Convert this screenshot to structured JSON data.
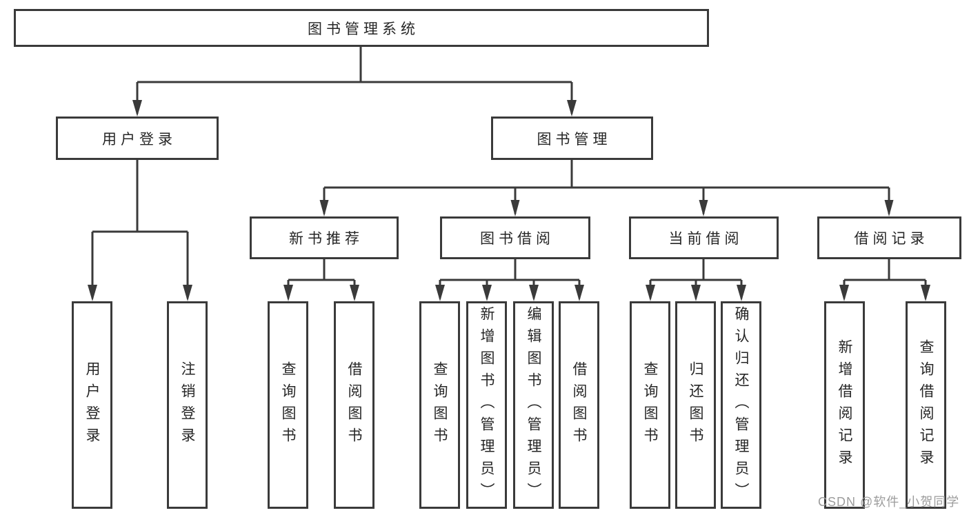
{
  "diagram": {
    "type": "hierarchy-tree",
    "orientation": "top-down"
  },
  "tree": {
    "label": "图书管理系统",
    "children": [
      {
        "label": "用户登录",
        "children": [
          {
            "label": "用户登录"
          },
          {
            "label": "注销登录"
          }
        ]
      },
      {
        "label": "图书管理",
        "children": [
          {
            "label": "新书推荐",
            "children": [
              {
                "label": "查询图书"
              },
              {
                "label": "借阅图书"
              }
            ]
          },
          {
            "label": "图书借阅",
            "children": [
              {
                "label": "查询图书"
              },
              {
                "label": "新增图书（管理员）"
              },
              {
                "label": "编辑图书（管理员）"
              },
              {
                "label": "借阅图书"
              }
            ]
          },
          {
            "label": "当前借阅",
            "children": [
              {
                "label": "查询图书"
              },
              {
                "label": "归还图书"
              },
              {
                "label": "确认归还（管理员）"
              }
            ]
          },
          {
            "label": "借阅记录",
            "children": [
              {
                "label": "新增借阅记录"
              },
              {
                "label": "查询借阅记录"
              }
            ]
          }
        ]
      }
    ]
  },
  "watermark": {
    "text": "CSDN @软件_小贺同学",
    "color": "#9c9c9c"
  },
  "colors": {
    "background": "#ffffff",
    "box_fill": "#ffffff",
    "box_border": "#3a3a3a",
    "connector": "#3a3a3a",
    "text": "#262626"
  }
}
